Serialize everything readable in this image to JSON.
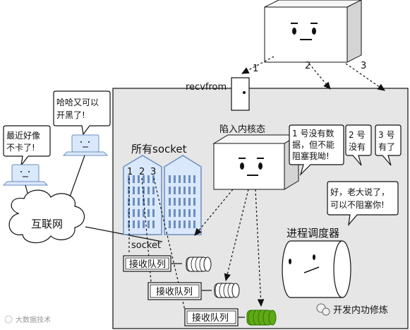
{
  "labels": {
    "recvfrom": "recvfrom",
    "arrow_1": "1",
    "arrow_2": "2",
    "arrow_3": "3",
    "kernel": "陷入内核态",
    "all_sockets": "所有socket",
    "socket_nums": [
      "1",
      "2",
      "3"
    ],
    "socket": "socket",
    "internet": "互联网",
    "scheduler": "进程调度器",
    "recv_queue": "接收队列",
    "watermark_left": "大数据技术",
    "watermark_right": "开发内功修炼"
  },
  "bubbles": {
    "laptop1": [
      "最近好像",
      "不卡了!"
    ],
    "laptop2": [
      "哈哈又可以",
      "开黑了!"
    ],
    "p1": [
      "1 号没有数",
      "据，但不能",
      "阻塞我呦!"
    ],
    "p2": [
      "2 号",
      "没有"
    ],
    "p3": [
      "3 号",
      "有了"
    ],
    "scheduler": [
      "好，老大说了，",
      "可以不阻塞你!"
    ]
  },
  "colors": {
    "panel": "#e6e6e6",
    "building": "#dae8fc",
    "building_stroke": "#6c8ebf",
    "queue_full": "#60a917",
    "queue_full_stroke": "#2d7600"
  }
}
